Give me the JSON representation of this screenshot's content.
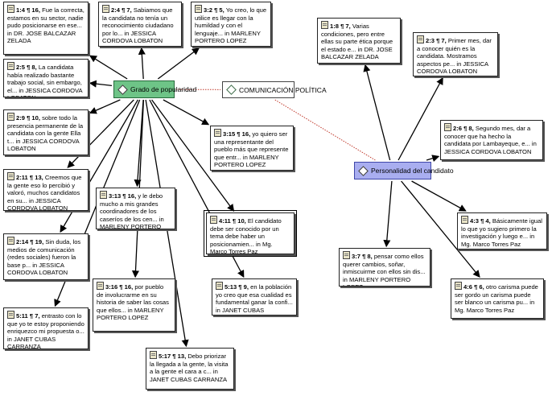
{
  "codes": {
    "grado": {
      "label": "Grado de popularidad",
      "color": "#6ec487",
      "icon": "code-diamond-icon"
    },
    "comunicacion": {
      "label": "COMUNICACIÓN POLÍTICA",
      "icon": "code-diamond-outline-icon"
    },
    "personalidad": {
      "label": "Personalidad  del candidato",
      "color": "#a9aef0",
      "icon": "code-diamond-icon"
    }
  },
  "quotes": [
    {
      "id": "q1_4",
      "ref": "1:4 ¶ 16,",
      "text": "Fue la correcta, estamos en su sector, nadie pudo posicionarse en ese... in DR. JOSE BALCAZAR ZELADA"
    },
    {
      "id": "q2_4",
      "ref": "2:4 ¶ 7,",
      "text": "Sabiamos que la candidata no tenía un reconocimiento ciudadano por lo... in JESSICA CORDOVA LOBATON"
    },
    {
      "id": "q3_2",
      "ref": "3:2 ¶ 5,",
      "text": "Yo creo, lo que utilice es llegar con la humildad y con el lenguaje... in MARLENY PORTERO LOPEZ"
    },
    {
      "id": "q2_5",
      "ref": "2:5 ¶ 8,",
      "text": "La candidata había realizado bastante trabajo social, sin embargo, el... in JESSICA CORDOVA LOBATON"
    },
    {
      "id": "q2_9",
      "ref": "2:9 ¶ 10,",
      "text": "sobre todo la presencia permanente de la candidata con la gente Ella t... in JESSICA CORDOVA LOBATON"
    },
    {
      "id": "q3_15",
      "ref": "3:15 ¶ 16,",
      "text": "yo quiero ser una representante del pueblo más que represente que entr... in MARLENY PORTERO LOPEZ"
    },
    {
      "id": "q2_11",
      "ref": "2:11 ¶ 13,",
      "text": "Creemos que la gente eso lo percibió y valoró, muchos candidatos en su... in JESSICA CORDOVA LOBATON"
    },
    {
      "id": "q3_13",
      "ref": "3:13 ¶ 16,",
      "text": "y le debo mucho a mis grandes coordinadores de los caseríos de los cen... in MARLENY PORTERO LOPEZ"
    },
    {
      "id": "q4_11",
      "ref": "4:11 ¶ 10,",
      "text": "El candidato debe ser conocido por un tema debe haber un posicionamien... in Mg. Marco Torres Paz"
    },
    {
      "id": "q2_14",
      "ref": "2:14 ¶ 19,",
      "text": "Sin duda, los medios de comunicación (redes sociales) fueron la base p... in JESSICA CORDOVA LOBATON"
    },
    {
      "id": "q5_13",
      "ref": "5:13 ¶ 9,",
      "text": "en la población yo creo que esa cualidad es fundamental ganar la confi... in JANET CUBAS CARRANZA"
    },
    {
      "id": "q3_16",
      "ref": "3:16 ¶ 16,",
      "text": "por pueblo de involucrarme en su historia de saber las cosas que ellos... in MARLENY PORTERO LOPEZ"
    },
    {
      "id": "q5_11",
      "ref": "5:11 ¶ 7,",
      "text": "entrasto con lo que yo te estoy proponiendo enriquezco mi propuesta o... in JANET CUBAS CARRANZA"
    },
    {
      "id": "q5_17",
      "ref": "5:17 ¶ 13,",
      "text": "Debo priorizar la llegada a la gente, la visita a la gente el cara a c... in JANET CUBAS CARRANZA"
    },
    {
      "id": "q1_8",
      "ref": "1:8 ¶ 7,",
      "text": "Varias condiciones, pero entre ellas su parte ética porque el estado e... in DR. JOSE BALCAZAR ZELADA"
    },
    {
      "id": "q2_3",
      "ref": "2:3 ¶ 7,",
      "text": "Primer mes, dar a conocer quién es la candidata. Mostramos aspectos pe... in JESSICA CORDOVA LOBATON"
    },
    {
      "id": "q2_6",
      "ref": "2:6 ¶ 8,",
      "text": "Segundo mes, dar a conocer que ha hecho la candidata por Lambayeque, e... in JESSICA CORDOVA LOBATON"
    },
    {
      "id": "q4_3",
      "ref": "4:3 ¶ 4,",
      "text": "Básicamente igual lo que yo sugiero primero la investigación y luego e... in Mg. Marco Torres Paz"
    },
    {
      "id": "q3_7",
      "ref": "3:7 ¶ 8,",
      "text": "pensar como ellos querer cambios, soñar, inmiscuirme con ellos sin dis... in MARLENY PORTERO LOPEZ"
    },
    {
      "id": "q4_6",
      "ref": "4:6 ¶ 6,",
      "text": "otro carisma puede ser gordo un carisma puede ser blanco un carisma pu... in Mg. Marco Torres Paz"
    }
  ]
}
